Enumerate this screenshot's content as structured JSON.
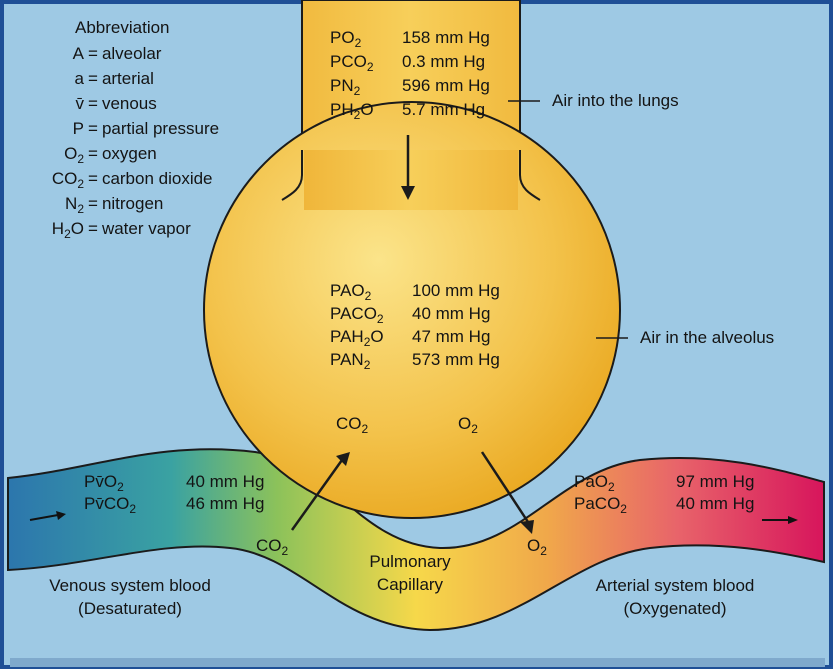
{
  "abbreviation": {
    "title": "Abbreviation",
    "items": [
      {
        "symbol": "A",
        "meaning": "alveolar"
      },
      {
        "symbol": "a",
        "meaning": "arterial"
      },
      {
        "symbol": "v̄",
        "meaning": "venous"
      },
      {
        "symbol": "P",
        "meaning": "partial pressure"
      },
      {
        "symbol": "O",
        "symbol_sub": "2",
        "meaning": "oxygen"
      },
      {
        "symbol": "CO",
        "symbol_sub": "2",
        "meaning": "carbon dioxide"
      },
      {
        "symbol": "N",
        "symbol_sub": "2",
        "meaning": "nitrogen"
      },
      {
        "symbol": "H",
        "symbol_sub": "2",
        "symbol_tail": "O",
        "meaning": "water vapor"
      }
    ]
  },
  "air_into_lungs": {
    "label": "Air into the lungs",
    "values": [
      {
        "name": "PO",
        "sub": "2",
        "tail": "",
        "value": "158 mm Hg"
      },
      {
        "name": "PCO",
        "sub": "2",
        "tail": "",
        "value": "0.3 mm Hg"
      },
      {
        "name": "PN",
        "sub": "2",
        "tail": "",
        "value": "596 mm Hg"
      },
      {
        "name": "PH",
        "sub": "2",
        "tail": "O",
        "value": "5.7 mm Hg"
      }
    ]
  },
  "alveolus": {
    "label": "Air in the alveolus",
    "values": [
      {
        "name": "PAO",
        "sub": "2",
        "tail": "",
        "value": "100 mm Hg"
      },
      {
        "name": "PACO",
        "sub": "2",
        "tail": "",
        "value": "40 mm Hg"
      },
      {
        "name": "PAH",
        "sub": "2",
        "tail": "O",
        "value": "47 mm Hg"
      },
      {
        "name": "PAN",
        "sub": "2",
        "tail": "",
        "value": "573 mm Hg"
      }
    ],
    "co2_label": "CO",
    "co2_sub": "2",
    "o2_label": "O",
    "o2_sub": "2"
  },
  "venous": {
    "values": [
      {
        "name": "Pv̄O",
        "sub": "2",
        "value": "40 mm Hg"
      },
      {
        "name": "Pv̄CO",
        "sub": "2",
        "value": "46 mm Hg"
      }
    ],
    "co2_label": "CO",
    "co2_sub": "2",
    "caption_line1": "Venous system blood",
    "caption_line2": "(Desaturated)"
  },
  "arterial": {
    "values": [
      {
        "name": "PaO",
        "sub": "2",
        "value": "97 mm Hg"
      },
      {
        "name": "PaCO",
        "sub": "2",
        "value": "40 mm Hg"
      }
    ],
    "o2_label": "O",
    "o2_sub": "2",
    "caption_line1": "Arterial system blood",
    "caption_line2": "(Oxygenated)"
  },
  "capillary": {
    "line1": "Pulmonary",
    "line2": "Capillary"
  },
  "colors": {
    "background": "#9ec9e4",
    "frame": "#1f4f96",
    "alveolus": "#f0b63a",
    "venous": "#2f7fb0",
    "arterial": "#d7195c",
    "capillary_mid": "#f4d24a"
  }
}
